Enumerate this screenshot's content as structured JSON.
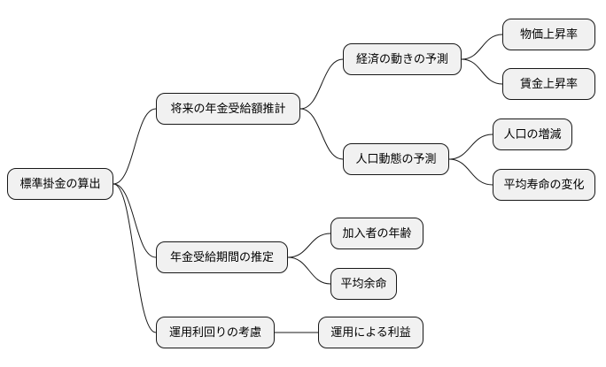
{
  "colors": {
    "node_fill": "#f1f1f1",
    "node_border": "#181818",
    "edge": "#181818",
    "text": "#000000"
  },
  "root": {
    "label": "標準掛金の算出",
    "children": [
      {
        "label": "将来の年金受給額推計",
        "children": [
          {
            "label": "経済の動きの予測",
            "children": [
              {
                "label": "物価上昇率"
              },
              {
                "label": "賃金上昇率"
              }
            ]
          },
          {
            "label": "人口動態の予測",
            "children": [
              {
                "label": "人口の増減"
              },
              {
                "label": "平均寿命の変化"
              }
            ]
          }
        ]
      },
      {
        "label": "年金受給期間の推定",
        "children": [
          {
            "label": "加入者の年齢"
          },
          {
            "label": "平均余命"
          }
        ]
      },
      {
        "label": "運用利回りの考慮",
        "children": [
          {
            "label": "運用による利益"
          }
        ]
      }
    ]
  }
}
